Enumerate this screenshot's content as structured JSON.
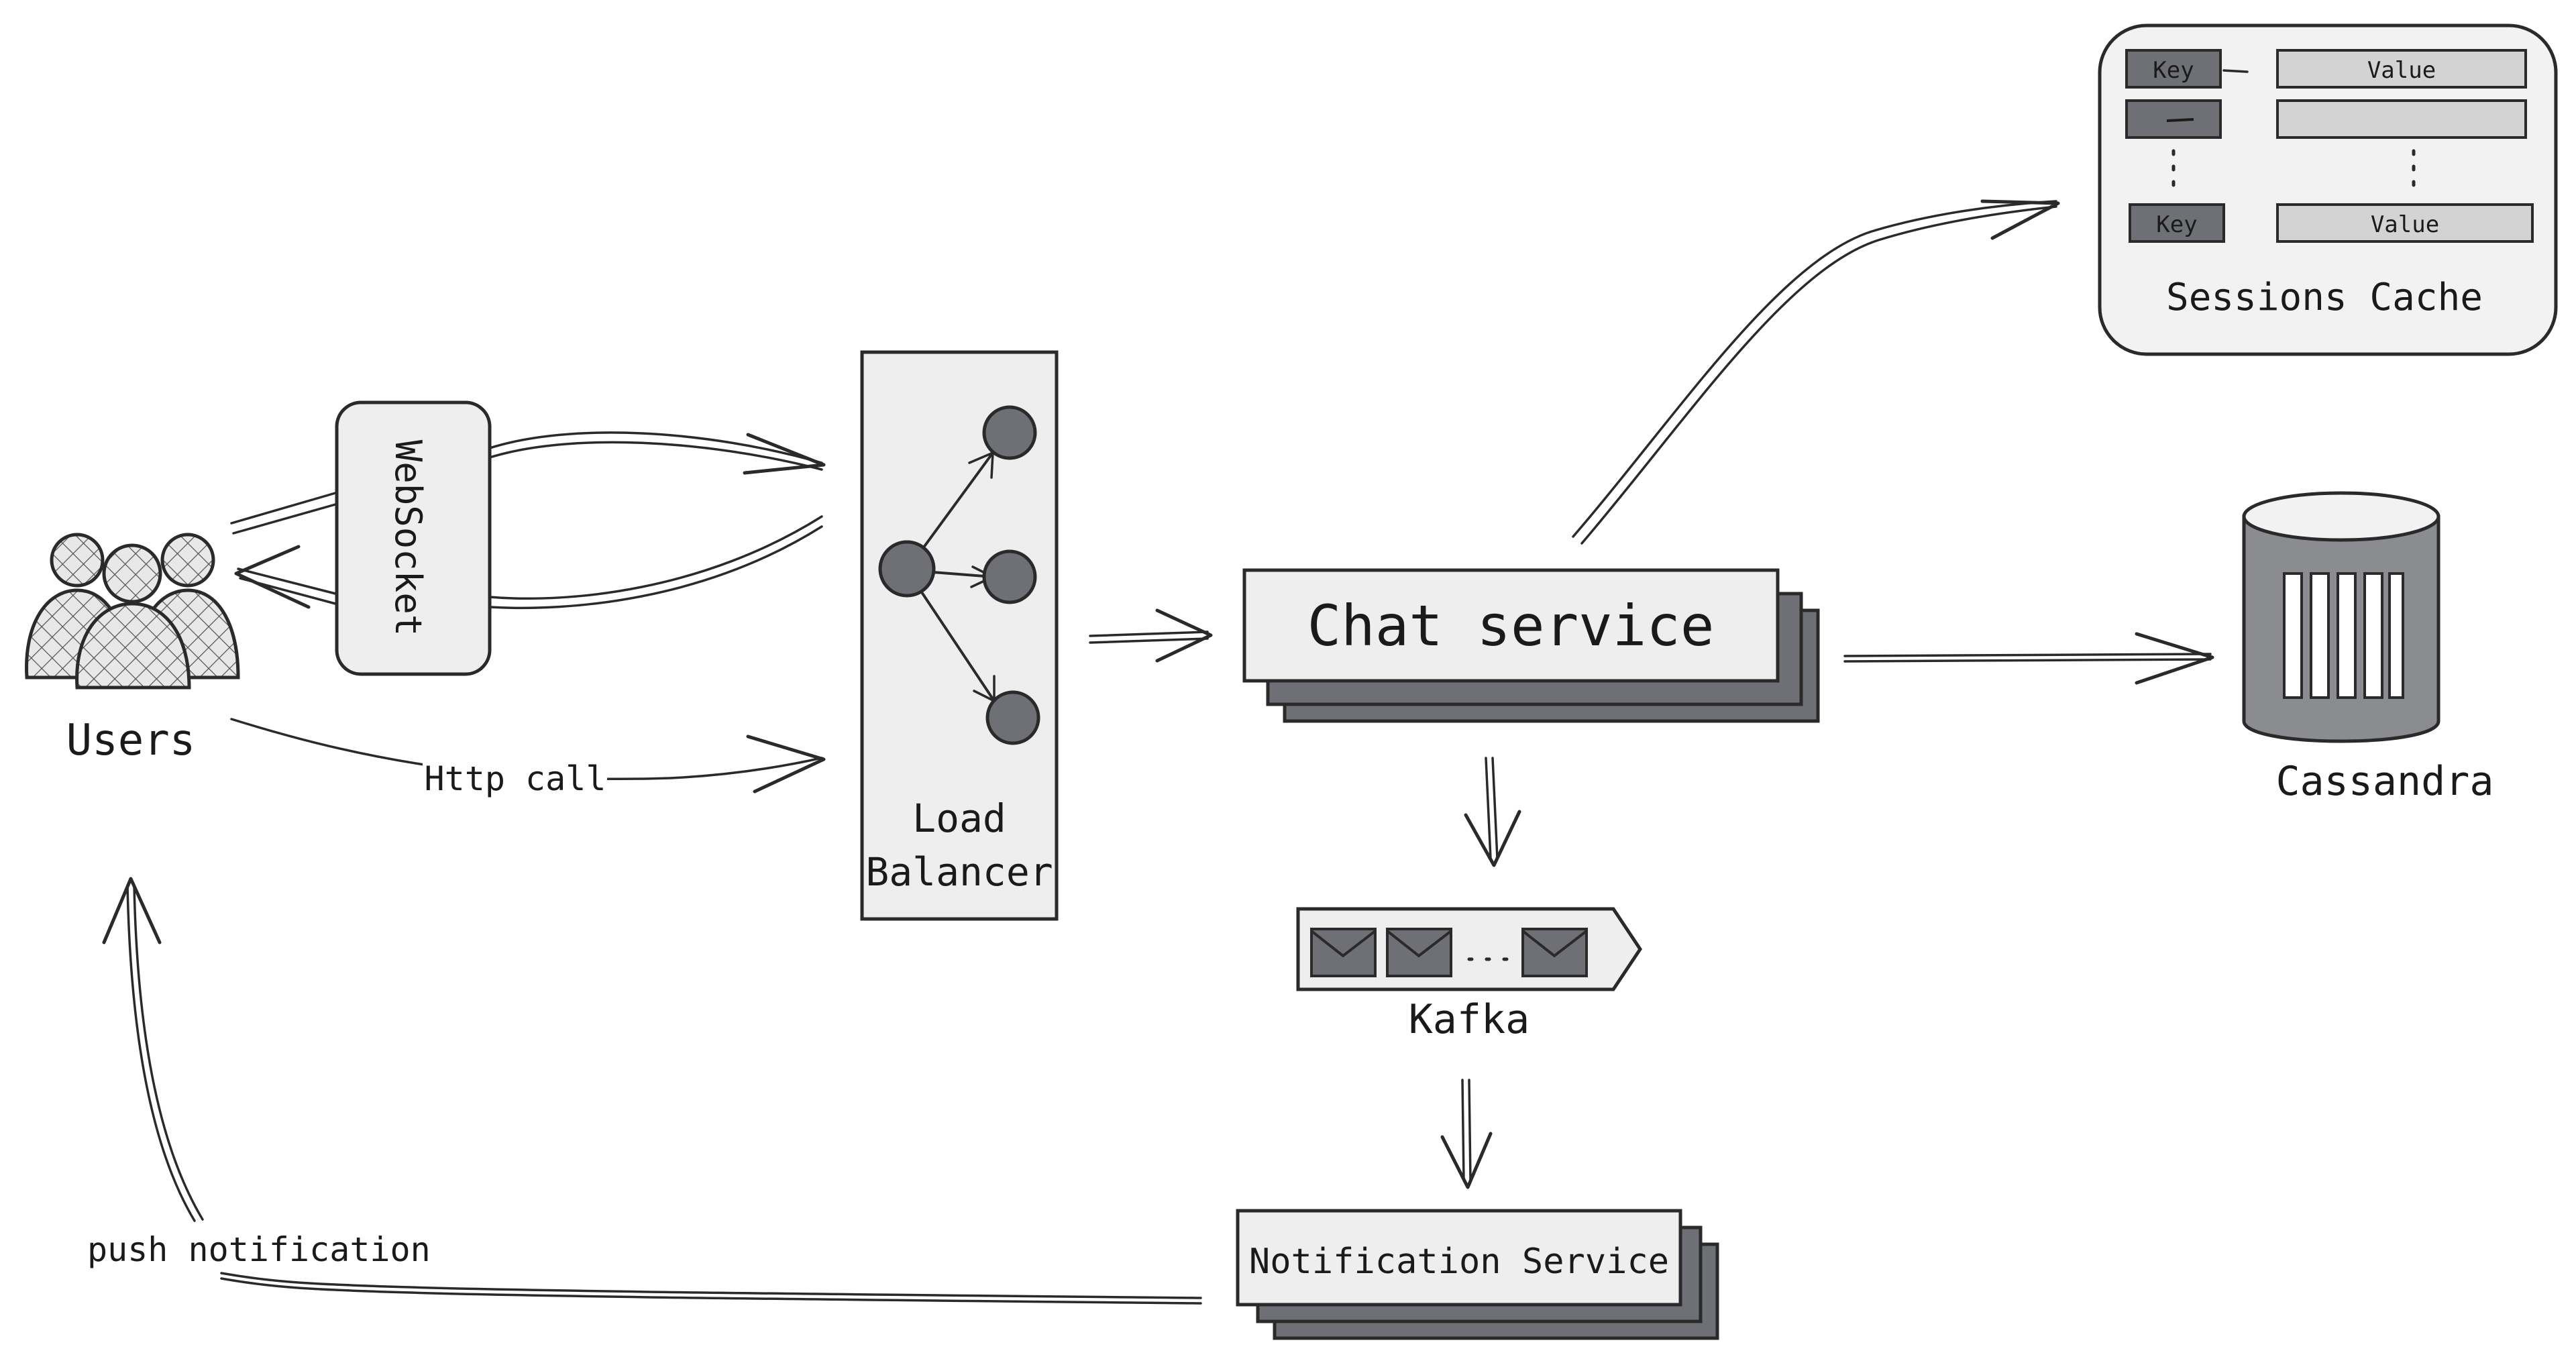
{
  "nodes": {
    "users": {
      "label": "Users"
    },
    "websocket": {
      "label": "WebSocket"
    },
    "load_balancer": {
      "label_line1": "Load",
      "label_line2": "Balancer"
    },
    "chat_service": {
      "label": "Chat service"
    },
    "sessions_cache": {
      "label": "Sessions Cache",
      "key_label": "Key",
      "value_label": "Value"
    },
    "cassandra": {
      "label": "Cassandra"
    },
    "kafka": {
      "label": "Kafka"
    },
    "notification_service": {
      "label": "Notification Service"
    }
  },
  "edges": {
    "http_call": {
      "label": "Http call"
    },
    "push_notification": {
      "label": "push notification"
    }
  },
  "colors": {
    "ink": "#2a2a2a",
    "box_fill": "#eeeeee",
    "dark_fill": "#6e7075",
    "mid_fill": "#8a8c90",
    "panel_fill": "#f2f2f2"
  }
}
